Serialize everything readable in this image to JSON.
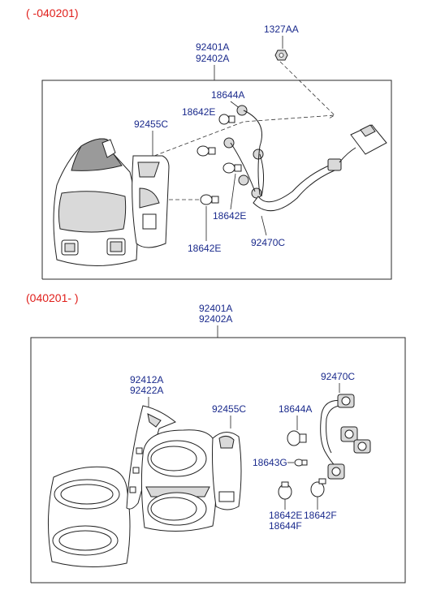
{
  "sections": [
    {
      "period": "( -040201)",
      "assembly_labels": [
        "92401A",
        "92402A"
      ],
      "part_labels": {
        "nut": "1327AA",
        "socket_1": "18644A",
        "bulb_1": "18642E",
        "gasket": "92455C",
        "bulb_2": "18642E",
        "bulb_3": "18642E",
        "wiring": "92470C"
      }
    },
    {
      "period": "(040201- )",
      "assembly_labels": [
        "92401A",
        "92402A"
      ],
      "part_labels": {
        "housing_1": "92412A",
        "housing_2": "92422A",
        "gasket": "92455C",
        "wiring": "92470C",
        "socket": "18644A",
        "bulb_small": "18643G",
        "bulb_a_1": "18642E",
        "bulb_a_2": "18644F",
        "bulb_b": "18642F"
      }
    }
  ]
}
